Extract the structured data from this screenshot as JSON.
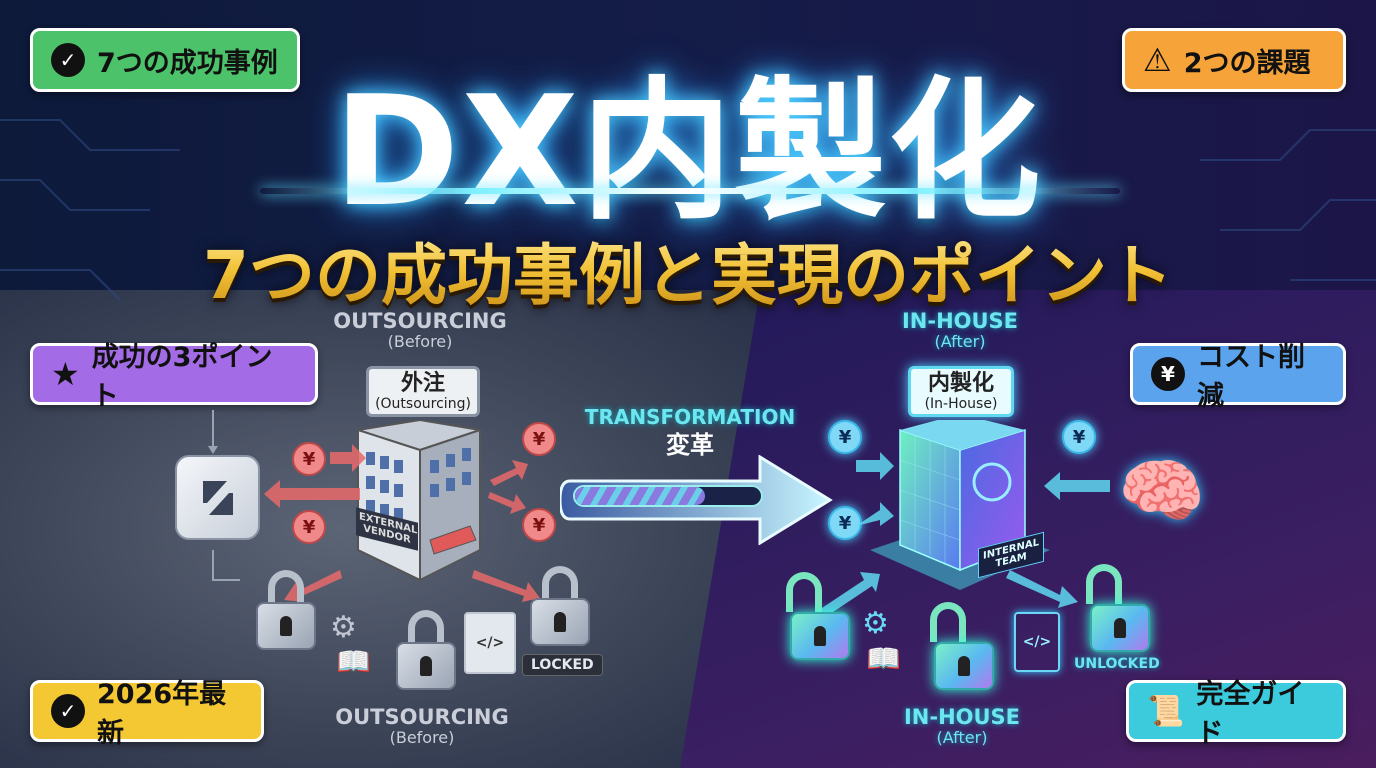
{
  "title": "DX内製化",
  "subtitle": "7つの成功事例と実現のポイント",
  "badges": {
    "success_cases": {
      "label": "7つの成功事例",
      "icon": "check-circle-icon",
      "color": "#4cc26a"
    },
    "issues": {
      "label": "2つの課題",
      "icon": "warning-icon",
      "color": "#f6a43a"
    },
    "points": {
      "label": "成功の3ポイント",
      "icon": "star-icon",
      "color": "#a46be6"
    },
    "cost": {
      "label": "コスト削減",
      "icon": "yen-icon",
      "color": "#5ca3ee"
    },
    "latest": {
      "label": "2026年最新",
      "icon": "award-ribbon-icon",
      "color": "#f4c832"
    },
    "guide": {
      "label": "完全ガイド",
      "icon": "scroll-icon",
      "color": "#3ccbdc"
    }
  },
  "before": {
    "heading": "OUTSOURCING",
    "sub": "(Before)",
    "sign_main": "外注",
    "sign_sub": "(Outsourcing)",
    "building_plate": "EXTERNAL VENDOR",
    "lock_label": "LOCKED",
    "bottom_heading": "OUTSOURCING",
    "bottom_sub": "(Before)",
    "coin_symbol": "¥"
  },
  "after": {
    "heading": "IN-HOUSE",
    "sub": "(After)",
    "sign_main": "内製化",
    "sign_sub": "(In-House)",
    "building_plate": "INTERNAL TEAM",
    "lock_label": "UNLOCKED",
    "bottom_heading": "IN-HOUSE",
    "bottom_sub": "(After)",
    "coin_symbol": "¥"
  },
  "transformation": {
    "label_en": "TRANSFORMATION",
    "label_ja": "変革",
    "progress_percent": 70
  },
  "code_symbol": "</>",
  "colors": {
    "gold": "#f2c236",
    "glow": "#4fd0ff",
    "cyan": "#6ee6f0"
  }
}
